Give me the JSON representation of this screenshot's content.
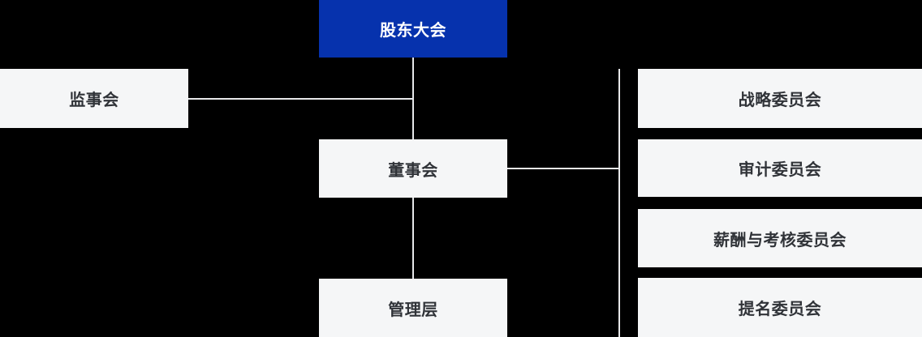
{
  "colors": {
    "background": "#000000",
    "primary": "#0632AD",
    "node_bg": "#F5F6F7",
    "line": "#E7E8EA",
    "text_dark": "#303338",
    "text_light": "#FFFFFF"
  },
  "org_chart": {
    "type": "organization-diagram",
    "root": {
      "label": "股东大会"
    },
    "supervisory": {
      "label": "监事会"
    },
    "board": {
      "label": "董事会"
    },
    "management": {
      "label": "管理层"
    },
    "committees": [
      {
        "label": "战略委员会"
      },
      {
        "label": "审计委员会"
      },
      {
        "label": "薪酬与考核委员会"
      },
      {
        "label": "提名委员会"
      }
    ],
    "edges": [
      {
        "from": "股东大会",
        "to": "董事会"
      },
      {
        "from": "股东大会",
        "to": "监事会"
      },
      {
        "from": "董事会",
        "to": "管理层"
      },
      {
        "from": "董事会",
        "to": "战略委员会"
      },
      {
        "from": "董事会",
        "to": "审计委员会"
      },
      {
        "from": "董事会",
        "to": "薪酬与考核委员会"
      },
      {
        "from": "董事会",
        "to": "提名委员会"
      }
    ]
  }
}
